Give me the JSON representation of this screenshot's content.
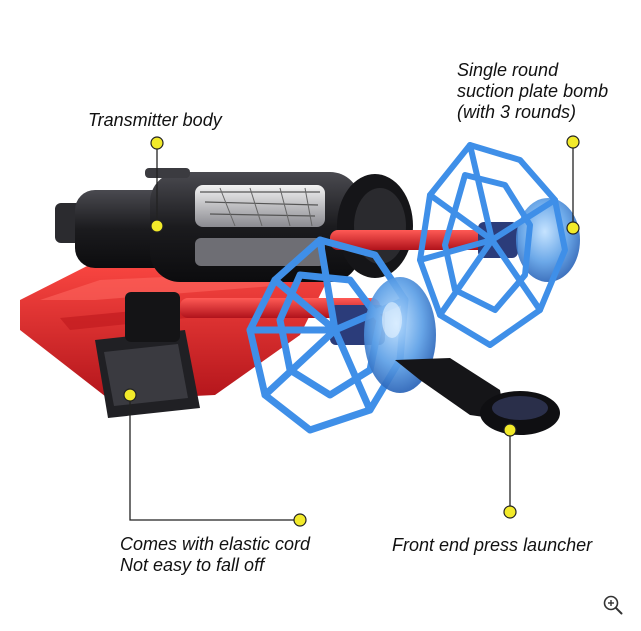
{
  "callouts": {
    "transmitter": {
      "lines": [
        "Transmitter body"
      ]
    },
    "suction": {
      "lines": [
        "Single round",
        "suction plate bomb",
        "(with 3 rounds)"
      ]
    },
    "cord": {
      "lines": [
        "Comes with elastic cord",
        "Not easy to fall off"
      ]
    },
    "launcher": {
      "lines": [
        "Front end press launcher"
      ]
    }
  },
  "colors": {
    "callout_dot": "#f2ea2a",
    "callout_line": "#222222",
    "body_red": "#e52a2c",
    "body_black": "#1f1f22",
    "web_blue": "#3f8fe8",
    "dart_red": "#d8202a",
    "suction_blue": "#6aa9ec"
  },
  "icons": {
    "zoom": "zoom-in-icon"
  }
}
